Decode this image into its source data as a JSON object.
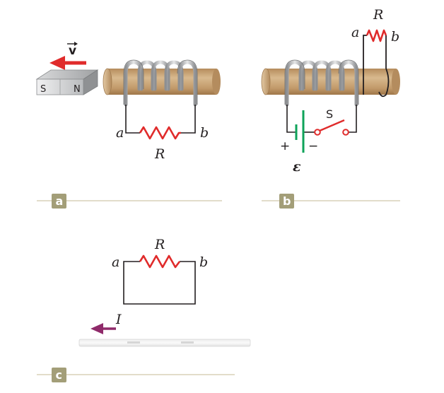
{
  "panels": {
    "a": {
      "badge": "a",
      "velocity_label": "v",
      "magnet_south": "S",
      "magnet_north": "N",
      "terminal_a": "a",
      "terminal_b": "b",
      "resistor": "R"
    },
    "b": {
      "badge": "b",
      "resistor": "R",
      "terminal_a": "a",
      "terminal_b": "b",
      "switch": "S",
      "plus": "+",
      "minus": "−",
      "emf": "ε"
    },
    "c": {
      "badge": "c",
      "resistor": "R",
      "terminal_a": "a",
      "terminal_b": "b",
      "current": "I"
    }
  },
  "colors": {
    "wood": "#c9a87c",
    "coil": "#a7a9ac",
    "resistor": "#e02b2b",
    "arrow_velocity": "#e02b2b",
    "arrow_current": "#8f2a6a",
    "battery": "#0fa35a",
    "badge": "#a39e78",
    "rule": "#d8d2b8",
    "magnet": "#cfd1d3"
  }
}
